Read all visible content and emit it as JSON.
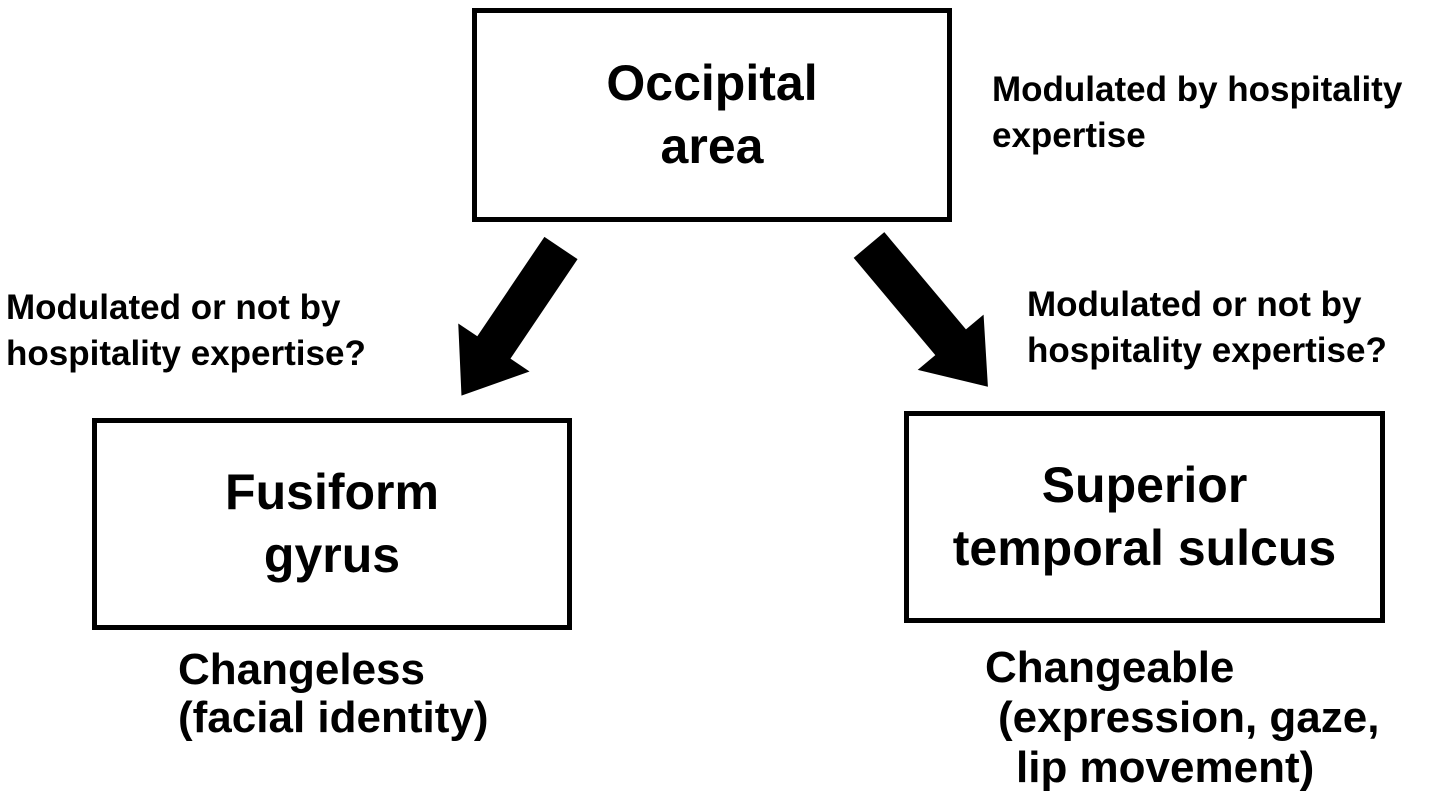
{
  "figure": {
    "background_color": "#ffffff",
    "ink_color": "#000000",
    "type": "flow-diagram"
  },
  "nodes": {
    "occipital_area": {
      "lines": [
        "Occipital",
        "area"
      ]
    },
    "fusiform_gyrus": {
      "lines": [
        "Fusiform",
        "gyrus"
      ]
    },
    "superior_temporal_sulcus": {
      "lines": [
        "Superior",
        "temporal sulcus"
      ]
    }
  },
  "labels": {
    "occipital_note": {
      "lines": [
        "Modulated by hospitality",
        "expertise"
      ]
    },
    "fusiform_question": {
      "lines": [
        "Modulated or not by",
        "hospitality expertise?"
      ]
    },
    "sts_question": {
      "lines": [
        "Modulated or not by",
        "hospitality expertise?"
      ]
    },
    "fusiform_caption": {
      "lines": [
        "Changeless",
        "(facial identity)"
      ]
    },
    "sts_caption": {
      "lines": [
        "Changeable",
        "(expression, gaze,",
        "lip movement)"
      ]
    }
  },
  "connectors": [
    {
      "name": "occipital-to-fusiform",
      "style": "block-arrow",
      "direction": "down-left"
    },
    {
      "name": "occipital-to-sts",
      "style": "block-arrow",
      "direction": "down-right"
    }
  ]
}
